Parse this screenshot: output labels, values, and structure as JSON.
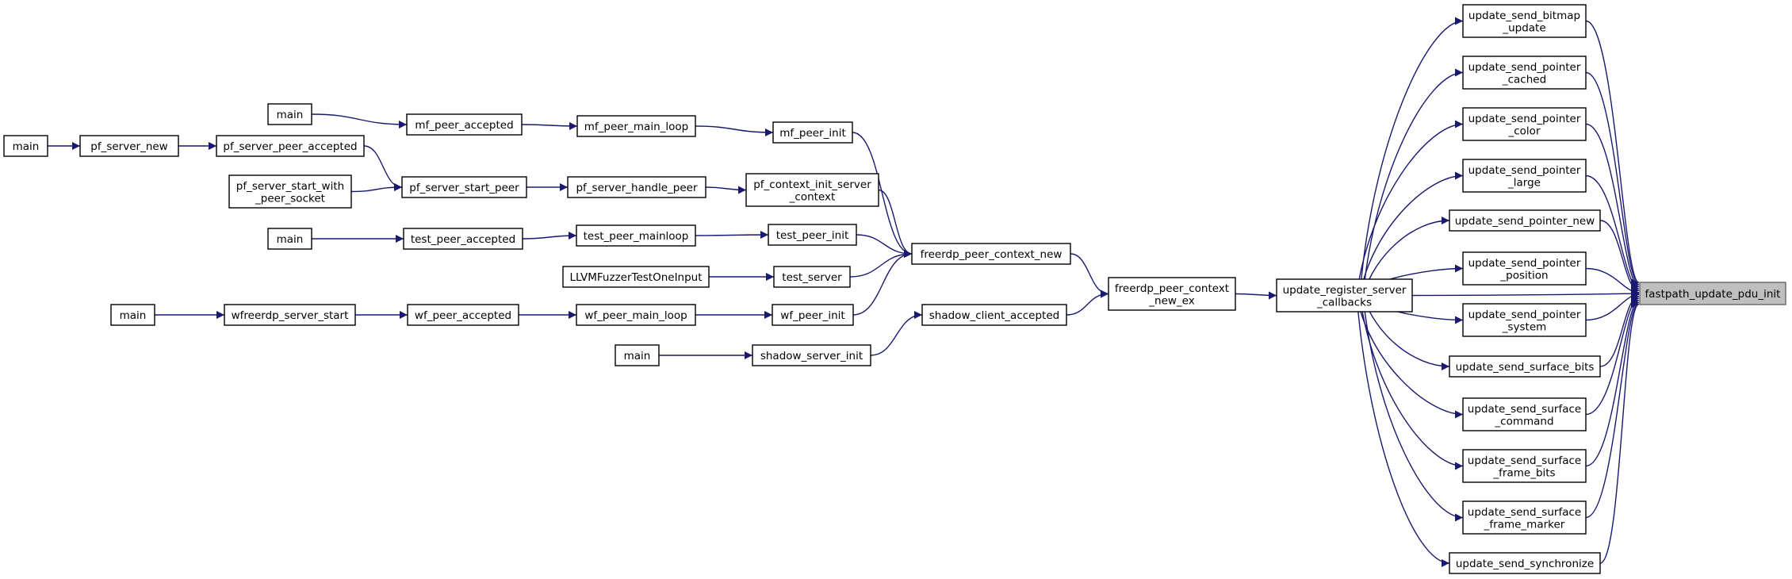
{
  "graph": {
    "title": "",
    "edge_color": "#191970",
    "root_fill": "#bfbfbf",
    "nodes": [
      {
        "id": "root",
        "lines": [
          "fastpath_update_pdu_init"
        ],
        "root": true
      },
      {
        "id": "usbu",
        "lines": [
          "update_send_bitmap",
          "_update"
        ]
      },
      {
        "id": "uspc",
        "lines": [
          "update_send_pointer",
          "_cached"
        ]
      },
      {
        "id": "uspcol",
        "lines": [
          "update_send_pointer",
          "_color"
        ]
      },
      {
        "id": "uspl",
        "lines": [
          "update_send_pointer",
          "_large"
        ]
      },
      {
        "id": "uspn",
        "lines": [
          "update_send_pointer_new"
        ]
      },
      {
        "id": "uspp",
        "lines": [
          "update_send_pointer",
          "_position"
        ]
      },
      {
        "id": "usps",
        "lines": [
          "update_send_pointer",
          "_system"
        ]
      },
      {
        "id": "ussb",
        "lines": [
          "update_send_surface_bits"
        ]
      },
      {
        "id": "ussc",
        "lines": [
          "update_send_surface",
          "_command"
        ]
      },
      {
        "id": "ussfb",
        "lines": [
          "update_send_surface",
          "_frame_bits"
        ]
      },
      {
        "id": "ussfm",
        "lines": [
          "update_send_surface",
          "_frame_marker"
        ]
      },
      {
        "id": "uss",
        "lines": [
          "update_send_synchronize"
        ]
      },
      {
        "id": "ursc",
        "lines": [
          "update_register_server",
          "_callbacks"
        ]
      },
      {
        "id": "fpcne",
        "lines": [
          "freerdp_peer_context",
          "_new_ex"
        ]
      },
      {
        "id": "fpcn",
        "lines": [
          "freerdp_peer_context_new"
        ]
      },
      {
        "id": "sca",
        "lines": [
          "shadow_client_accepted"
        ]
      },
      {
        "id": "ssi",
        "lines": [
          "shadow_server_init"
        ]
      },
      {
        "id": "main_sh",
        "lines": [
          "main"
        ]
      },
      {
        "id": "mpi",
        "lines": [
          "mf_peer_init"
        ]
      },
      {
        "id": "pcisc",
        "lines": [
          "pf_context_init_server",
          "_context"
        ]
      },
      {
        "id": "tpi",
        "lines": [
          "test_peer_init"
        ]
      },
      {
        "id": "ts",
        "lines": [
          "test_server"
        ]
      },
      {
        "id": "wpi",
        "lines": [
          "wf_peer_init"
        ]
      },
      {
        "id": "mpml",
        "lines": [
          "mf_peer_main_loop"
        ]
      },
      {
        "id": "mpa",
        "lines": [
          "mf_peer_accepted"
        ]
      },
      {
        "id": "main_mf",
        "lines": [
          "main"
        ]
      },
      {
        "id": "pshp",
        "lines": [
          "pf_server_handle_peer"
        ]
      },
      {
        "id": "pssp",
        "lines": [
          "pf_server_start_peer"
        ]
      },
      {
        "id": "pspa",
        "lines": [
          "pf_server_peer_accepted"
        ]
      },
      {
        "id": "pssw",
        "lines": [
          "pf_server_start_with",
          "_peer_socket"
        ]
      },
      {
        "id": "psn",
        "lines": [
          "pf_server_new"
        ]
      },
      {
        "id": "main_pf",
        "lines": [
          "main"
        ]
      },
      {
        "id": "tpml",
        "lines": [
          "test_peer_mainloop"
        ]
      },
      {
        "id": "tpa",
        "lines": [
          "test_peer_accepted"
        ]
      },
      {
        "id": "main_t",
        "lines": [
          "main"
        ]
      },
      {
        "id": "llvm",
        "lines": [
          "LLVMFuzzerTestOneInput"
        ]
      },
      {
        "id": "wpml",
        "lines": [
          "wf_peer_main_loop"
        ]
      },
      {
        "id": "wpa",
        "lines": [
          "wf_peer_accepted"
        ]
      },
      {
        "id": "wss",
        "lines": [
          "wfreerdp_server_start"
        ]
      },
      {
        "id": "main_wf",
        "lines": [
          "main"
        ]
      }
    ],
    "edges": [
      [
        "usbu",
        "root"
      ],
      [
        "uspc",
        "root"
      ],
      [
        "uspcol",
        "root"
      ],
      [
        "uspl",
        "root"
      ],
      [
        "uspn",
        "root"
      ],
      [
        "uspp",
        "root"
      ],
      [
        "usps",
        "root"
      ],
      [
        "ussb",
        "root"
      ],
      [
        "ussc",
        "root"
      ],
      [
        "ussfb",
        "root"
      ],
      [
        "ussfm",
        "root"
      ],
      [
        "uss",
        "root"
      ],
      [
        "ursc",
        "root"
      ],
      [
        "ursc",
        "usbu"
      ],
      [
        "ursc",
        "uspc"
      ],
      [
        "ursc",
        "uspcol"
      ],
      [
        "ursc",
        "uspl"
      ],
      [
        "ursc",
        "uspn"
      ],
      [
        "ursc",
        "uspp"
      ],
      [
        "ursc",
        "usps"
      ],
      [
        "ursc",
        "ussb"
      ],
      [
        "ursc",
        "ussc"
      ],
      [
        "ursc",
        "ussfb"
      ],
      [
        "ursc",
        "ussfm"
      ],
      [
        "ursc",
        "uss"
      ],
      [
        "fpcne",
        "ursc"
      ],
      [
        "fpcn",
        "fpcne"
      ],
      [
        "sca",
        "fpcne"
      ],
      [
        "ssi",
        "sca"
      ],
      [
        "main_sh",
        "ssi"
      ],
      [
        "mpi",
        "fpcn"
      ],
      [
        "pcisc",
        "fpcn"
      ],
      [
        "tpi",
        "fpcn"
      ],
      [
        "ts",
        "fpcn"
      ],
      [
        "wpi",
        "fpcn"
      ],
      [
        "mpml",
        "mpi"
      ],
      [
        "mpa",
        "mpml"
      ],
      [
        "main_mf",
        "mpa"
      ],
      [
        "pshp",
        "pcisc"
      ],
      [
        "pssp",
        "pshp"
      ],
      [
        "pspa",
        "pssp"
      ],
      [
        "pssw",
        "pssp"
      ],
      [
        "psn",
        "pspa"
      ],
      [
        "main_pf",
        "psn"
      ],
      [
        "tpml",
        "tpi"
      ],
      [
        "tpa",
        "tpml"
      ],
      [
        "main_t",
        "tpa"
      ],
      [
        "llvm",
        "ts"
      ],
      [
        "wpml",
        "wpi"
      ],
      [
        "wpa",
        "wpml"
      ],
      [
        "wss",
        "wpa"
      ],
      [
        "main_wf",
        "wss"
      ]
    ]
  }
}
